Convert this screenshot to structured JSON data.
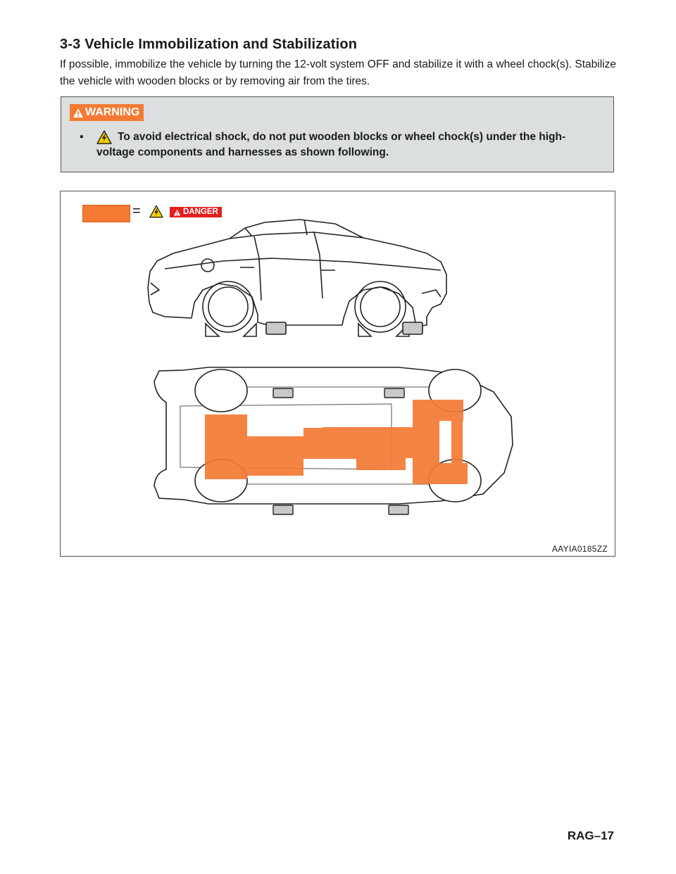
{
  "section": {
    "title": "3-3  Vehicle Immobilization and Stabilization",
    "intro": "If possible, immobilize the vehicle by turning the 12-volt system OFF and stabilize it with a wheel chock(s). Stabilize the vehicle with wooden blocks or by removing air from the tires."
  },
  "warning": {
    "tag_label": "WARNING",
    "bullet": "▪",
    "text": "To avoid electrical shock, do not put wooden blocks or wheel chock(s) under the high-voltage components and harnesses as shown following.",
    "icon": "high-voltage-icon"
  },
  "figure": {
    "legend_equals": "=",
    "legend_danger_label": "DANGER",
    "legend_icon": "high-voltage-icon",
    "code": "AAYIA0185ZZ",
    "colors": {
      "high_voltage_area": "#f47a34",
      "danger": "#e0201f",
      "block": "#c9c9c9"
    }
  },
  "footer": {
    "page_number": "RAG–17"
  }
}
